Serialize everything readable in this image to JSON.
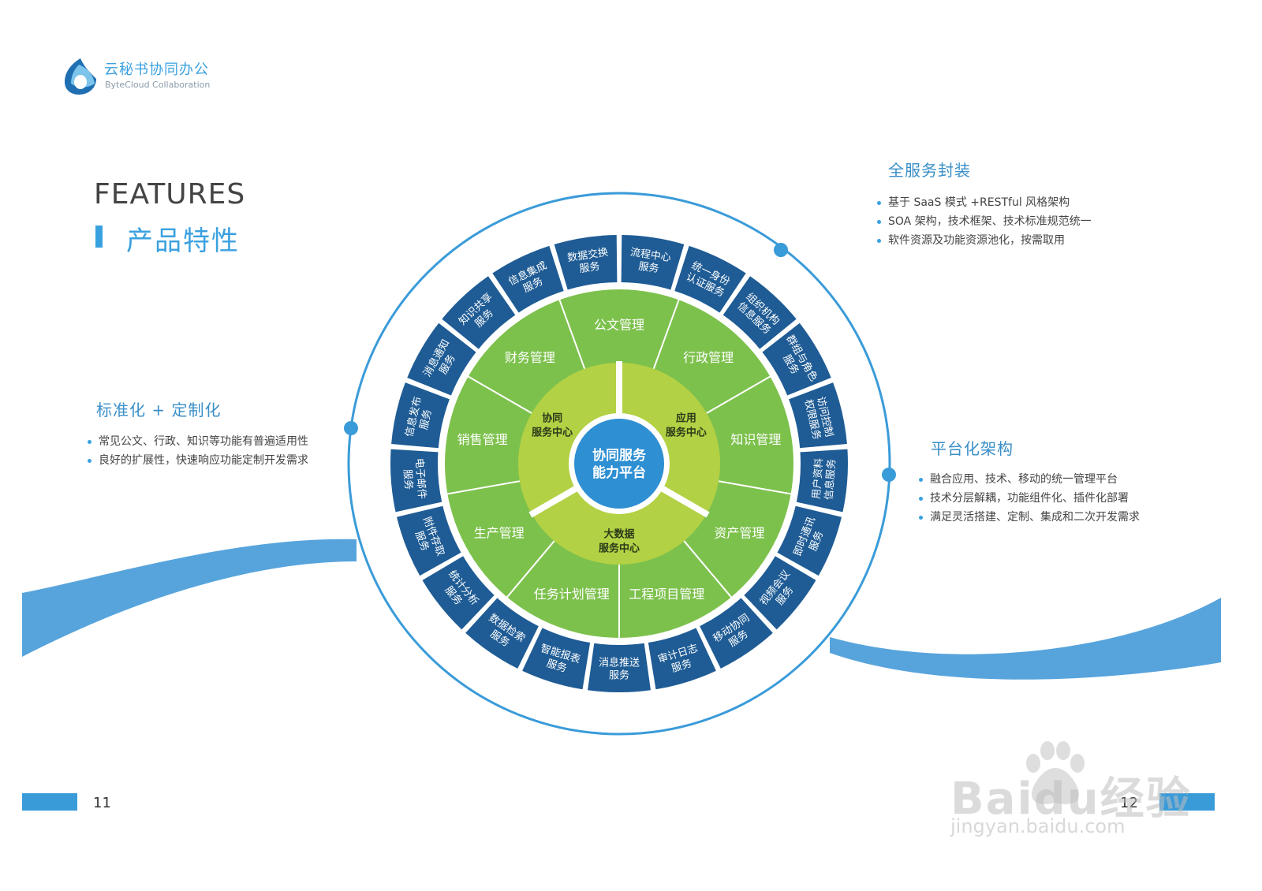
{
  "logo": {
    "title": "云秘书协同办公",
    "subtitle": "ByteCloud Collaboration"
  },
  "heading": {
    "en": "FEATURES",
    "cn": "产品特性"
  },
  "blocks": {
    "left": {
      "title": "标准化 + 定制化",
      "items": [
        "常见公文、行政、知识等功能有普遍适用性",
        "良好的扩展性，快速响应功能定制开发需求"
      ]
    },
    "top_right": {
      "title": "全服务封装",
      "items": [
        "基于 SaaS 模式 +RESTful 风格架构",
        "SOA 架构，技术框架、技术标准规范统一",
        "软件资源及功能资源池化，按需取用"
      ]
    },
    "right": {
      "title": "平台化架构",
      "items": [
        "融合应用、技术、移动的统一管理平台",
        "技术分层解耦，功能组件化、插件化部署",
        "满足灵活搭建、定制、集成和二次开发需求"
      ]
    }
  },
  "diagram": {
    "center": [
      "协同服务",
      "能力平台"
    ],
    "inner": [
      {
        "lines": [
          "应用",
          "服务中心"
        ]
      },
      {
        "lines": [
          "大数据",
          "服务中心"
        ]
      },
      {
        "lines": [
          "协同",
          "服务中心"
        ]
      }
    ],
    "modules": [
      "公文管理",
      "行政管理",
      "知识管理",
      "资产管理",
      "工程项目管理",
      "任务计划管理",
      "生产管理",
      "销售管理",
      "财务管理"
    ],
    "services": [
      [
        "流程中心",
        "服务"
      ],
      [
        "统一身份",
        "认证服务"
      ],
      [
        "组织机构",
        "信息服务"
      ],
      [
        "群组与角色",
        "服务"
      ],
      [
        "访问控制",
        "权限服务"
      ],
      [
        "用户资料",
        "信息服务"
      ],
      [
        "即时通讯",
        "服务"
      ],
      [
        "视频会议",
        "服务"
      ],
      [
        "移动协同",
        "服务"
      ],
      [
        "审计日志",
        "服务"
      ],
      [
        "消息推送",
        "服务"
      ],
      [
        "智能报表",
        "服务"
      ],
      [
        "数据检索",
        "服务"
      ],
      [
        "统计分析",
        "服务"
      ],
      [
        "附件存取",
        "服务"
      ],
      [
        "电子邮件",
        "服务"
      ],
      [
        "信息发布",
        "服务"
      ],
      [
        "消息通知",
        "服务"
      ],
      [
        "知识共享",
        "服务"
      ],
      [
        "信息集成",
        "服务"
      ],
      [
        "数据交换",
        "服务"
      ]
    ]
  },
  "pages": {
    "left": "11",
    "right": "12"
  },
  "watermark": {
    "brand": "Baidu经验",
    "url": "jingyan.baidu.com"
  },
  "colors": {
    "accent": "#3aa1e0",
    "ring": "#1f5c95",
    "module": "#7dc14d",
    "inner": "#b3d144",
    "center": "#2e8fd3"
  }
}
